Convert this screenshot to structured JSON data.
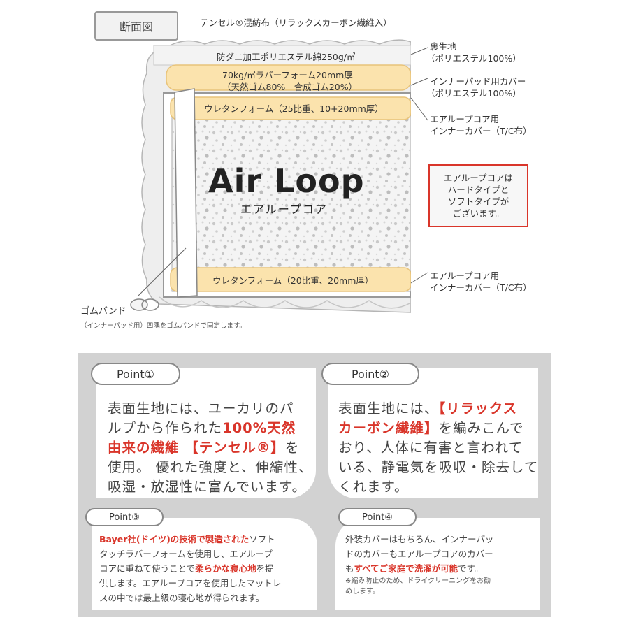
{
  "diagram": {
    "title": "断面図",
    "top_fabric": "テンセル®混紡布（リラックスカーボン繊維入）",
    "wadding": "防ダニ加工ポリエステル綿250g/㎡",
    "latex_line1": "70kg/㎥ラバーフォーム20mm厚",
    "latex_line2": "（天然ゴム80%　合成ゴム20%）",
    "urethan_top": "ウレタンフォーム（25比重、10+20mm厚）",
    "urethan_bottom": "ウレタンフォーム（20比重、20mm厚）",
    "core_name": "Air Loop",
    "core_sub": "エアループコア",
    "right_labels": {
      "lining_1": "裏生地",
      "lining_2": "（ポリエステル100%）",
      "inner_pad_1": "インナーパッド用カバー",
      "inner_pad_2": "（ポリエステル100%）",
      "core_cover_top_1": "エアループコア用",
      "core_cover_top_2": "インナーカバー（T/C布）",
      "core_cover_bottom_1": "エアループコア用",
      "core_cover_bottom_2": "インナーカバー（T/C布）"
    },
    "note": {
      "line1": "エアループコアは",
      "line2": "ハードタイプと",
      "line3": "ソフトタイプが",
      "line4": "ございます。"
    },
    "gomu_label": "ゴムバンド",
    "gomu_note": "（インナーパッド用）四隅をゴムバンドで固定します。"
  },
  "points": {
    "p1": {
      "label": "Point①",
      "l1": "表面生地には、ユーカリのパ",
      "l2a": "ルプから作られた",
      "l2b": "100%天然",
      "l3a": "由来の繊維 【テンセル®】",
      "l3b": "を",
      "l4": "使用。 優れた強度と、伸縮性、",
      "l5": "吸湿・放湿性に富んでいます。"
    },
    "p2": {
      "label": "Point②",
      "l1a": "表面生地には、",
      "l1b": "【リラックス",
      "l2a": "カーボン繊維】",
      "l2b": "を編みこんで",
      "l3": "おり、人体に有害と言われて",
      "l4": "いる、静電気を吸収・除去して",
      "l5": "くれます。"
    },
    "p3": {
      "label": "Point③",
      "l1a": "Bayer社(ドイツ)の技術で製造された",
      "l1b": "ソフト",
      "l2": "タッチラバーフォームを使用し、エアループ",
      "l3a": "コアに重ねて使うことで",
      "l3b": "柔らかな寝心地",
      "l3c": "を提",
      "l4": "供します。エアループコアを使用したマットレ",
      "l5": "スの中では最上級の寝心地が得られます。"
    },
    "p4": {
      "label": "Point④",
      "l1": "外装カバーはもちろん、インナーパッ",
      "l2": "ドのカバーもエアループコアのカバー",
      "l3a": "も",
      "l3b": "すべてご家庭で洗濯が可能",
      "l3c": "です。",
      "n1": "※縮み防止のため、ドライクリーニングをお勧",
      "n2": "めします。"
    }
  }
}
